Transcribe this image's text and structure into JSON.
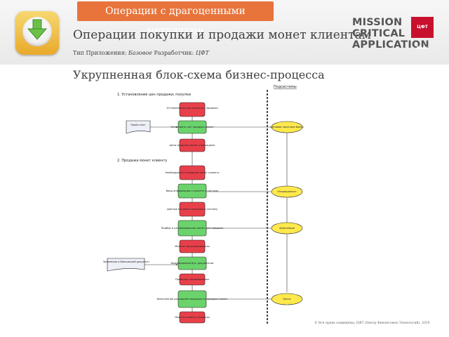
{
  "header": {
    "tag": "Операции с драгоценными металлами",
    "title": "Операции покупки и продажи монет клиентам",
    "meta_label": "Тип Приложения:",
    "meta_type": "Базовое",
    "meta_dev_label": "Разработчик:",
    "meta_dev": "ЦФТ"
  },
  "logo": {
    "line1": "MISSION",
    "line2": "CRITICAL",
    "line3": "APPLICATION",
    "badge": "ЦФТ Banc"
  },
  "section_title": "Укрупненная блок-схема бизнес-процесса",
  "footer": "© Все права защищены, ЦФТ (Центр Финансовых Технологий), 2010",
  "diagram": {
    "lane_header": "Подсистемы",
    "section1": "1. Установление цен продажи, покупки",
    "section2": "2. Продажа монет клиенту",
    "left_box1": "Прайс-лист",
    "left_box2": "Заявление и банковский документ",
    "steps": [
      "Установление цен покупки и продажи",
      "Установить цен продажи монет",
      "Цена продажи монет утверждена",
      "Необходимость продажи монет клиенту",
      "Ввод информации о клиенте в систему",
      "Данные о клиенте внесены в систему",
      "Подбор и резервирование монет для продажи",
      "Монеты зарезервированы",
      "Формирование бух. документов",
      "Проводки сформированы",
      "Выполнение расходной операции по продаже монет",
      "Монеты клиенту проданы"
    ],
    "systems": [
      "Ценовая политика банка",
      "Операционист",
      "Хранилище",
      "Касса"
    ]
  }
}
